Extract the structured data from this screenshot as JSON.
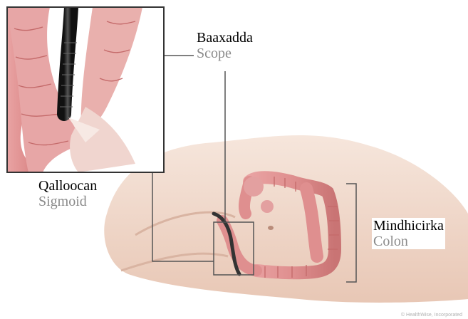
{
  "labels": {
    "scope": {
      "so": "Baaxadda",
      "en": "Scope"
    },
    "sigmoid": {
      "so": "Qalloocan",
      "en": "Sigmoid"
    },
    "colon": {
      "so": "Mindhicirka",
      "en": "Colon"
    }
  },
  "credit": "© HealthWise, Incorporated",
  "colors": {
    "skin": "#f3ddd0",
    "skin_shadow": "#e3bfae",
    "bowel": "#df8f8f",
    "bowel_dark": "#c46a6a",
    "scope": "#2a2a2a",
    "leader": "#555555"
  }
}
